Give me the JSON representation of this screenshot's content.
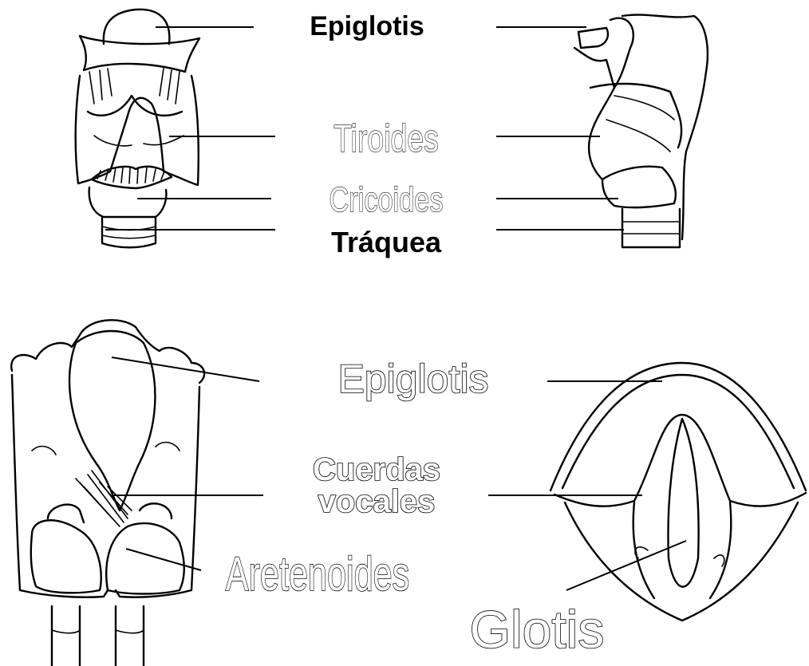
{
  "top_labels": {
    "epiglotis": "Epiglotis",
    "tiroides": "Tiroides",
    "cricoides": "Cricoides",
    "traquea": "Tráquea"
  },
  "bottom_labels": {
    "epiglotis": "Epiglotis",
    "cuerdas_line1": "Cuerdas",
    "cuerdas_line2": "vocales",
    "aretenoides": "Aretenoides",
    "glotis": "Glotis"
  },
  "colors": {
    "ink": "#000000",
    "background": "#ffffff"
  }
}
